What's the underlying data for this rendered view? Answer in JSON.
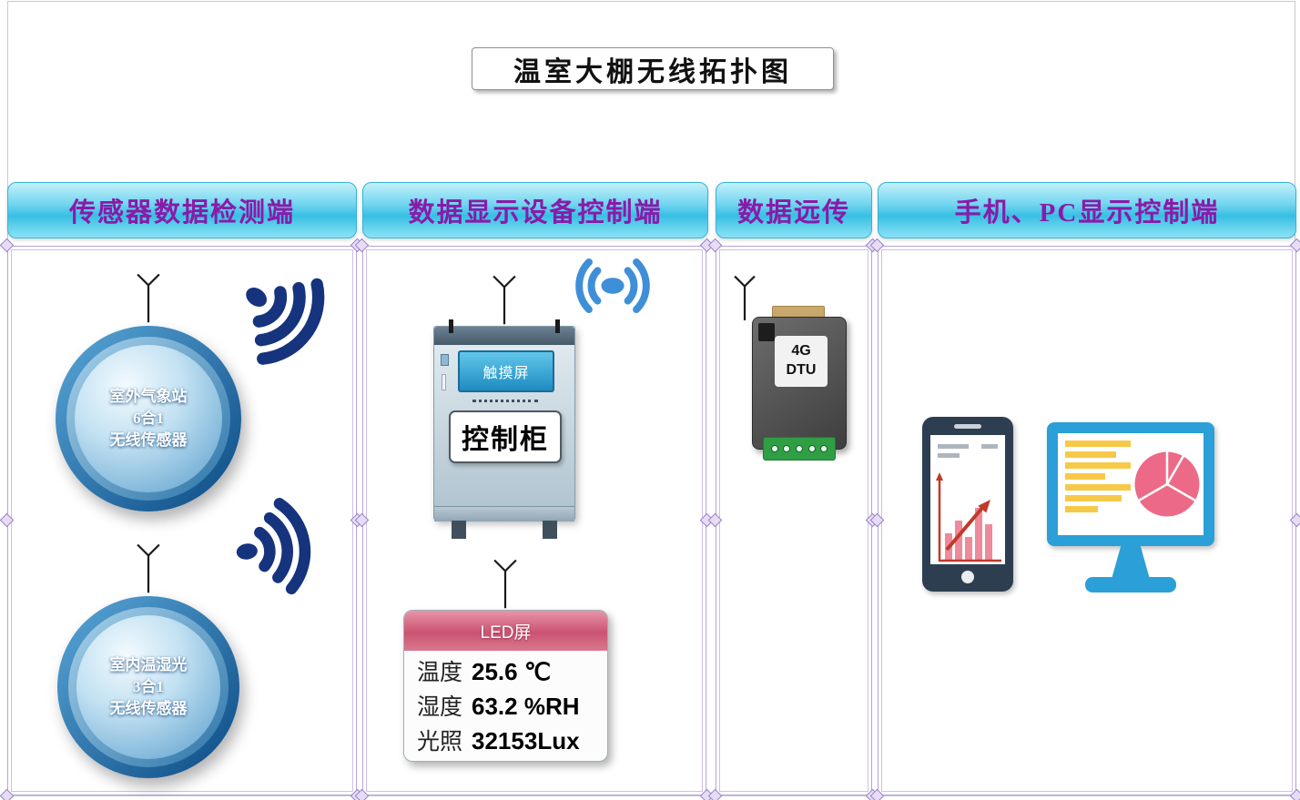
{
  "title": "温室大棚无线拓扑图",
  "sections": [
    {
      "header": "传感器数据检测端"
    },
    {
      "header": "数据显示设备控制端"
    },
    {
      "header": "数据远传"
    },
    {
      "header": "手机、PC显示控制端"
    }
  ],
  "sensors": {
    "outdoor": {
      "lines": [
        "室外气象站",
        "6合1",
        "无线传感器"
      ]
    },
    "indoor": {
      "lines": [
        "室内温湿光",
        "3合1",
        "无线传感器"
      ]
    }
  },
  "cabinet": {
    "touch_screen": "触摸屏",
    "label": "控制柜"
  },
  "led_panel": {
    "title": "LED屏",
    "rows": [
      {
        "label": "温度",
        "value": "25.6 ℃"
      },
      {
        "label": "湿度",
        "value": "63.2 %RH"
      },
      {
        "label": "光照",
        "value": "32153Lux"
      }
    ]
  },
  "dtu": {
    "lines": [
      "4G",
      "DTU"
    ]
  },
  "colors": {
    "header_text": "#8a1aa8",
    "header_fill": "#38bfe4",
    "frame_purple": "#b5a3d6",
    "signal_navy": "#16337d",
    "signal_blue": "#3e8fd8",
    "sensor_blue": "#0b4a84",
    "led_header_pink": "#ca5370",
    "terminal_green": "#2f9e44",
    "monitor_blue": "#2b9fd8",
    "chart_pink": "#ec6a87",
    "chart_yellow": "#f7c948",
    "bar_red": "#c0392b"
  }
}
